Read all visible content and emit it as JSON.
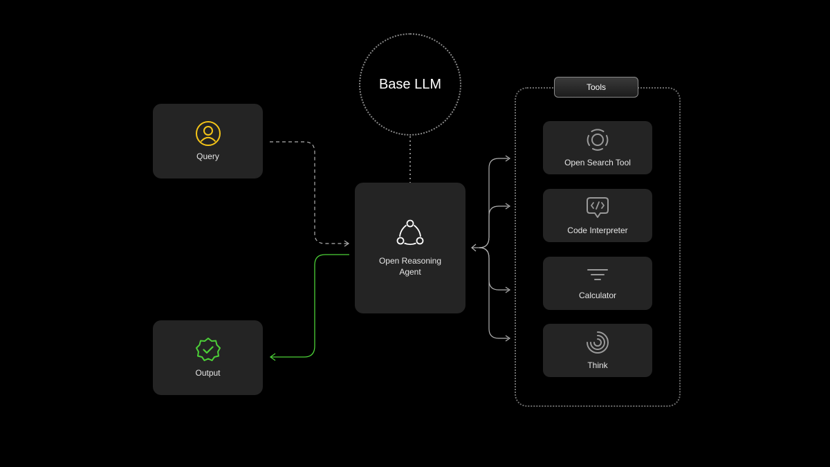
{
  "nodes": {
    "query": {
      "label": "Query",
      "icon": "user-circle-icon"
    },
    "output": {
      "label": "Output",
      "icon": "verified-badge-icon"
    },
    "agent": {
      "label": "Open Reasoning Agent",
      "icon": "three-nodes-cycle-icon"
    },
    "base_llm": {
      "label": "Base LLM"
    }
  },
  "tools": {
    "header": "Tools",
    "items": [
      {
        "label": "Open Search Tool",
        "icon": "search-ring-icon"
      },
      {
        "label": "Code Interpreter",
        "icon": "code-bubble-icon"
      },
      {
        "label": "Calculator",
        "icon": "filter-lines-icon"
      },
      {
        "label": "Think",
        "icon": "spiral-arcs-icon"
      }
    ]
  },
  "colors": {
    "background": "#000000",
    "card": "#242424",
    "query_icon": "#f5c518",
    "output_icon": "#4cd137",
    "output_connector": "#4cd137",
    "connector": "#b0b0b0",
    "dotted_border": "#8a8a8a"
  }
}
